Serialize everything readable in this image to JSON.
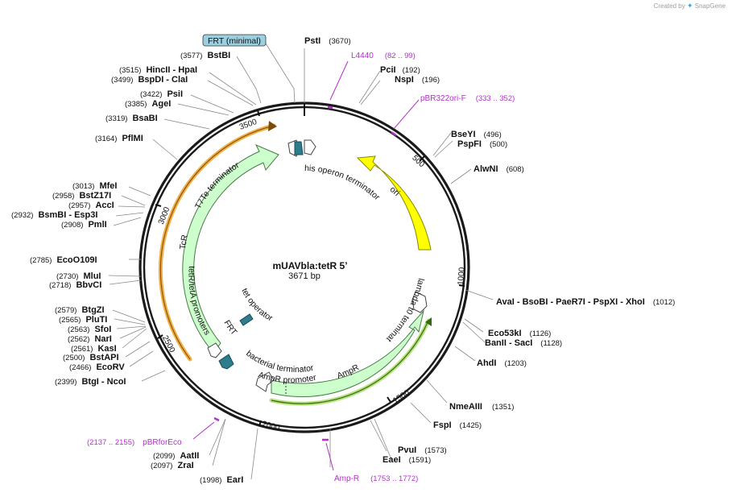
{
  "branding": {
    "prefix": "Created by",
    "name": "SnapGene"
  },
  "map": {
    "name": "mUAVbla:tetR 5’",
    "length_label": "3671 bp",
    "total_bp": 3671,
    "backbone_color": "#1a1a1a"
  },
  "ticks": [
    "500",
    "1000",
    "1500",
    "2000",
    "2500",
    "3000",
    "3500"
  ],
  "enzymes": [
    {
      "name": "PstI",
      "pos": "(3670)"
    },
    {
      "name": "BstBI",
      "pos": "(3577)"
    },
    {
      "name": "HincII - HpaI",
      "pos": "(3515)"
    },
    {
      "name": "BspDI - ClaI",
      "pos": "(3499)"
    },
    {
      "name": "PsiI",
      "pos": "(3422)"
    },
    {
      "name": "AgeI",
      "pos": "(3385)"
    },
    {
      "name": "BsaBI",
      "pos": "(3319)"
    },
    {
      "name": "PflMI",
      "pos": "(3164)"
    },
    {
      "name": "MfeI",
      "pos": "(3013)"
    },
    {
      "name": "BstZ17I",
      "pos": "(2958)"
    },
    {
      "name": "AccI",
      "pos": "(2957)"
    },
    {
      "name": "BsmBI - Esp3I",
      "pos": "(2932)"
    },
    {
      "name": "PmlI",
      "pos": "(2908)"
    },
    {
      "name": "EcoO109I",
      "pos": "(2785)"
    },
    {
      "name": "MluI",
      "pos": "(2730)"
    },
    {
      "name": "BbvCI",
      "pos": "(2718)"
    },
    {
      "name": "BtgZI",
      "pos": "(2579)"
    },
    {
      "name": "PluTI",
      "pos": "(2565)"
    },
    {
      "name": "SfoI",
      "pos": "(2563)"
    },
    {
      "name": "NarI",
      "pos": "(2562)"
    },
    {
      "name": "KasI",
      "pos": "(2561)"
    },
    {
      "name": "BstAPI",
      "pos": "(2500)"
    },
    {
      "name": "EcoRV",
      "pos": "(2466)"
    },
    {
      "name": "BtgI - NcoI",
      "pos": "(2399)"
    },
    {
      "name": "AatII",
      "pos": "(2099)"
    },
    {
      "name": "ZraI",
      "pos": "(2097)"
    },
    {
      "name": "EarI",
      "pos": "(1998)"
    },
    {
      "name": "PciI",
      "pos": "(192)"
    },
    {
      "name": "NspI",
      "pos": "(196)"
    },
    {
      "name": "BseYI",
      "pos": "(496)"
    },
    {
      "name": "PspFI",
      "pos": "(500)"
    },
    {
      "name": "AlwNI",
      "pos": "(608)"
    },
    {
      "name": "AvaI - BsoBI - PaeR7I - PspXI - XhoI",
      "pos": "(1012)"
    },
    {
      "name": "Eco53kI",
      "pos": "(1126)"
    },
    {
      "name": "BanII - SacI",
      "pos": "(1128)"
    },
    {
      "name": "AhdI",
      "pos": "(1203)"
    },
    {
      "name": "NmeAIII",
      "pos": "(1351)"
    },
    {
      "name": "FspI",
      "pos": "(1425)"
    },
    {
      "name": "PvuI",
      "pos": "(1573)"
    },
    {
      "name": "EaeI",
      "pos": "(1591)"
    }
  ],
  "primers": [
    {
      "name": "L4440",
      "range": "(82 .. 99)"
    },
    {
      "name": "pBR322ori-F",
      "range": "(333 .. 352)"
    },
    {
      "name": "Amp-R",
      "range": "(1753 .. 1772)"
    },
    {
      "name": "pBRforEco",
      "range": "(2137 .. 2155)"
    }
  ],
  "features": [
    {
      "name": "FRT (minimal)",
      "color": "#9ccfe0"
    },
    {
      "name": "T7Te terminator",
      "color": "#ffffff"
    },
    {
      "name": "his operon terminator",
      "color": "#ffffff"
    },
    {
      "name": "ori",
      "color": "#ffff00"
    },
    {
      "name": "lambda t0 terminator",
      "color": "#ffffff"
    },
    {
      "name": "AmpR",
      "color": "#ccffcc"
    },
    {
      "name": "AmpR promoter",
      "color": "#ffffff"
    },
    {
      "name": "bacterial terminator",
      "color": "#ffffff"
    },
    {
      "name": "FRT",
      "color": "#2e7d8c"
    },
    {
      "name": "tet operator",
      "color": "#2e7d8c"
    },
    {
      "name": "tetR/tetA promoters",
      "color": "#ffffff"
    },
    {
      "name": "TcR",
      "color": "#ccffcc"
    }
  ],
  "colors": {
    "primer": "#b132c8",
    "orange_arc": "#f0a020",
    "green_arc": "#6aa84f"
  }
}
